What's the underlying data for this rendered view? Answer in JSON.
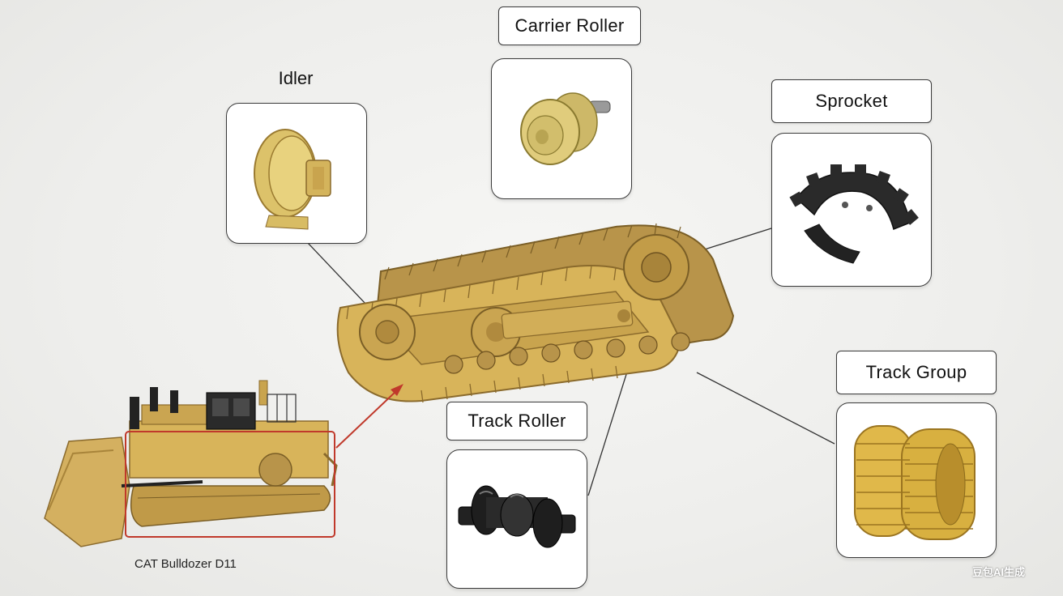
{
  "labels": {
    "idler": "Idler",
    "carrier_roller": "Carrier Roller",
    "sprocket": "Sprocket",
    "track_group": "Track Group",
    "track_roller": "Track Roller"
  },
  "caption": "CAT Bulldozer D11",
  "watermark": "豆包AI生成",
  "colors": {
    "part_yellow": "#d8b45a",
    "part_dark_yellow": "#a8843a",
    "part_black": "#1e1e1e",
    "highlight_red": "#c0392b",
    "connector_line": "#333333"
  }
}
